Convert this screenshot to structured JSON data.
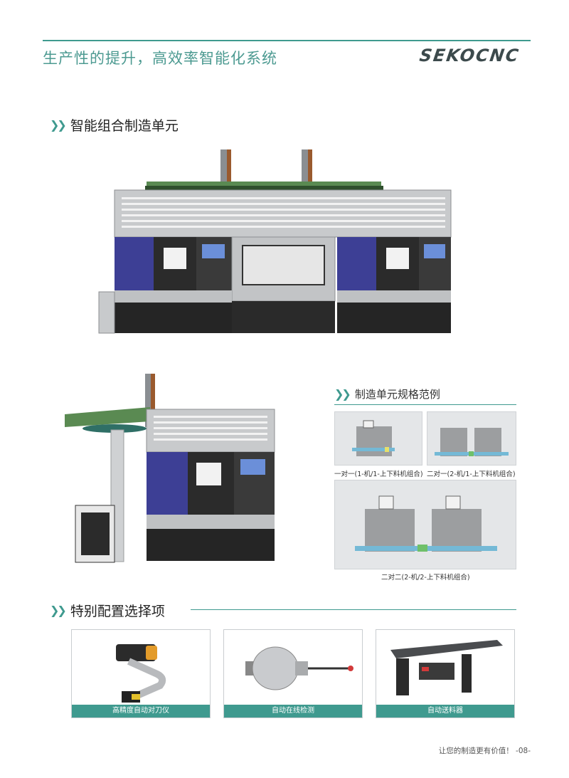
{
  "header": {
    "title": "生产性的提升，高效率智能化系统",
    "logo": "SEKOCNC"
  },
  "section1": {
    "title": "智能组合制造单元"
  },
  "specs": {
    "title": "制造单元规格范例",
    "examples": [
      {
        "caption": "一对一(1-机/1-上下料机组合)"
      },
      {
        "caption": "二对一(2-机/1-上下料机组合)"
      },
      {
        "caption": "二对二(2-机/2-上下料机组合)"
      }
    ]
  },
  "options": {
    "title": "特别配置选择项",
    "items": [
      {
        "label": "高精度自动对刀仪"
      },
      {
        "label": "自动在线检测"
      },
      {
        "label": "自动送料器"
      }
    ]
  },
  "footer": {
    "text": "让您的制造更有价值！ -08-"
  },
  "colors": {
    "accent": "#3f9a8f",
    "machine_blue": "#3d3f95",
    "panel_gray": "#c8cacc"
  }
}
